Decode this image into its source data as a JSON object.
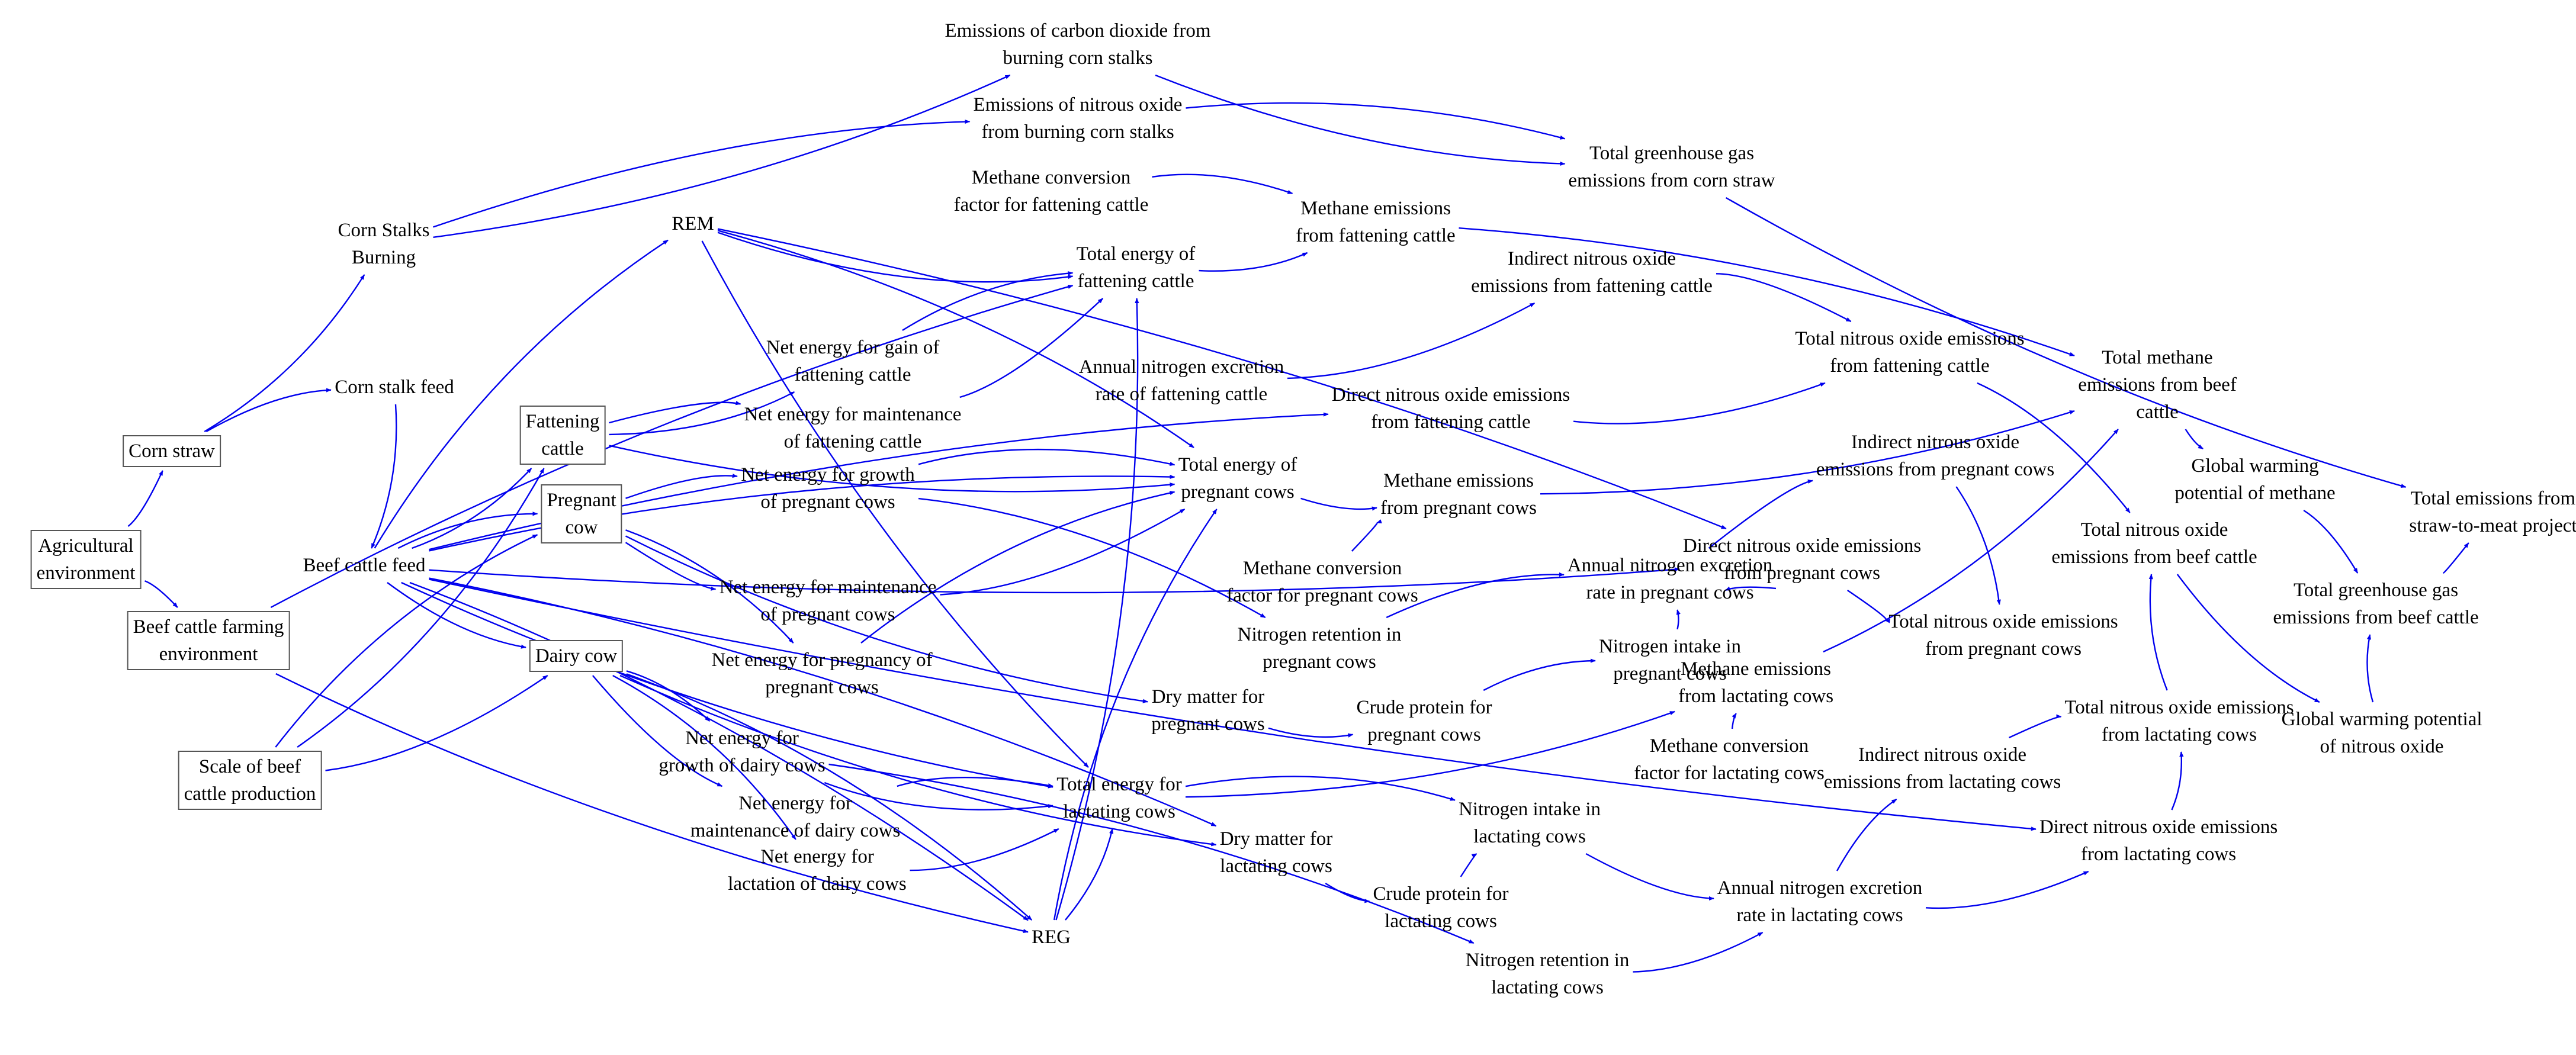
{
  "colors": {
    "arrow": "#0000ee",
    "text": "#000000",
    "box_border": "#555555"
  },
  "nodes": [
    {
      "id": "n01",
      "name": "agricultural-environment-node",
      "text": "Agricultural\nenvironment",
      "boxed": true
    },
    {
      "id": "n02",
      "name": "corn-straw-node",
      "text": "Corn straw",
      "boxed": true
    },
    {
      "id": "n03",
      "name": "beef-cattle-farming-environment-node",
      "text": "Beef cattle farming\nenvironment",
      "boxed": true
    },
    {
      "id": "n04",
      "name": "scale-of-beef-cattle-production-node",
      "text": "Scale of beef\ncattle production",
      "boxed": true
    },
    {
      "id": "n05",
      "name": "fattening-cattle-node",
      "text": "Fattening\ncattle",
      "boxed": true
    },
    {
      "id": "n06",
      "name": "pregnant-cow-node",
      "text": "Pregnant\ncow",
      "boxed": true
    },
    {
      "id": "n07",
      "name": "dairy-cow-node",
      "text": "Dairy cow",
      "boxed": true
    },
    {
      "id": "n08",
      "name": "corn-stalks-burning-node",
      "text": "Corn Stalks\nBurning",
      "boxed": false
    },
    {
      "id": "n09",
      "name": "corn-stalk-feed-node",
      "text": "Corn stalk feed",
      "boxed": false
    },
    {
      "id": "n10",
      "name": "beef-cattle-feed-node",
      "text": "Beef cattle feed",
      "boxed": false
    },
    {
      "id": "n11",
      "name": "co2-burning-node",
      "text": "Emissions of carbon dioxide from\nburning corn stalks",
      "boxed": false
    },
    {
      "id": "n12",
      "name": "n2o-burning-node",
      "text": "Emissions of nitrous oxide\nfrom burning corn stalks",
      "boxed": false
    },
    {
      "id": "n13",
      "name": "total-ghg-corn-straw-node",
      "text": "Total greenhouse gas\nemissions from corn straw",
      "boxed": false
    },
    {
      "id": "n14",
      "name": "rem-node",
      "text": "REM",
      "boxed": false
    },
    {
      "id": "n15",
      "name": "methane-conversion-fattening-node",
      "text": "Methane conversion\nfactor for fattening cattle",
      "boxed": false
    },
    {
      "id": "n16",
      "name": "methane-emissions-fattening-node",
      "text": "Methane emissions\nfrom fattening cattle",
      "boxed": false
    },
    {
      "id": "n17",
      "name": "total-energy-fattening-node",
      "text": "Total energy of\nfattening cattle",
      "boxed": false
    },
    {
      "id": "n18",
      "name": "indirect-n2o-fattening-node",
      "text": "Indirect nitrous oxide\nemissions from fattening cattle",
      "boxed": false
    },
    {
      "id": "n19",
      "name": "ne-gain-fattening-node",
      "text": "Net energy for gain of\nfattening cattle",
      "boxed": false
    },
    {
      "id": "n20",
      "name": "annual-n-excretion-fattening-node",
      "text": "Annual nitrogen excretion\nrate of fattening cattle",
      "boxed": false
    },
    {
      "id": "n21",
      "name": "direct-n2o-fattening-node",
      "text": "Direct nitrous oxide emissions\nfrom fattening cattle",
      "boxed": false
    },
    {
      "id": "n22",
      "name": "total-n2o-fattening-node",
      "text": "Total nitrous oxide emissions\nfrom fattening cattle",
      "boxed": false
    },
    {
      "id": "n23",
      "name": "total-methane-beef-node",
      "text": "Total methane\nemissions from beef\ncattle",
      "boxed": false
    },
    {
      "id": "n24",
      "name": "ne-maintenance-fattening-node",
      "text": "Net energy for maintenance\nof fattening cattle",
      "boxed": false
    },
    {
      "id": "n25",
      "name": "total-energy-pregnant-node",
      "text": "Total energy of\npregnant cows",
      "boxed": false
    },
    {
      "id": "n26",
      "name": "ne-growth-pregnant-node",
      "text": "Net energy for growth\nof pregnant cows",
      "boxed": false
    },
    {
      "id": "n27",
      "name": "methane-emissions-pregnant-node",
      "text": "Methane emissions\nfrom pregnant cows",
      "boxed": false
    },
    {
      "id": "n28",
      "name": "indirect-n2o-pregnant-node",
      "text": "Indirect nitrous oxide\nemissions from pregnant cows",
      "boxed": false
    },
    {
      "id": "n29",
      "name": "global-warming-methane-node",
      "text": "Global warming\npotential of methane",
      "boxed": false
    },
    {
      "id": "n30",
      "name": "total-emissions-project-node",
      "text": "Total emissions from\nstraw-to-meat project",
      "boxed": false
    },
    {
      "id": "n31",
      "name": "direct-n2o-pregnant-node",
      "text": "Direct nitrous oxide emissions\nfrom pregnant cows",
      "boxed": false
    },
    {
      "id": "n32",
      "name": "total-n2o-beef-node",
      "text": "Total nitrous oxide\nemissions from beef cattle",
      "boxed": false
    },
    {
      "id": "n33",
      "name": "methane-conversion-pregnant-node",
      "text": "Methane conversion\nfactor for pregnant cows",
      "boxed": false
    },
    {
      "id": "n34",
      "name": "annual-n-excretion-pregnant-node",
      "text": "Annual nitrogen excretion\nrate in pregnant cows",
      "boxed": false
    },
    {
      "id": "n35",
      "name": "ne-maintenance-pregnant-node",
      "text": "Net energy for maintenance\nof pregnant cows",
      "boxed": false
    },
    {
      "id": "n36",
      "name": "total-n2o-pregnant-node",
      "text": "Total nitrous oxide emissions\nfrom pregnant cows",
      "boxed": false
    },
    {
      "id": "n37",
      "name": "total-ghg-beef-node",
      "text": "Total greenhouse gas\nemissions from beef cattle",
      "boxed": false
    },
    {
      "id": "n38",
      "name": "n-retention-pregnant-node",
      "text": "Nitrogen retention in\npregnant cows",
      "boxed": false
    },
    {
      "id": "n39",
      "name": "ne-pregnancy-node",
      "text": "Net energy for pregnancy of\npregnant cows",
      "boxed": false
    },
    {
      "id": "n40",
      "name": "n-intake-pregnant-node",
      "text": "Nitrogen intake in\npregnant cows",
      "boxed": false
    },
    {
      "id": "n41",
      "name": "methane-emissions-lactating-node",
      "text": "Methane emissions\nfrom lactating cows",
      "boxed": false
    },
    {
      "id": "n42",
      "name": "dry-matter-pregnant-node",
      "text": "Dry matter for\npregnant cows",
      "boxed": false
    },
    {
      "id": "n43",
      "name": "crude-protein-pregnant-node",
      "text": "Crude protein for\npregnant cows",
      "boxed": false
    },
    {
      "id": "n44",
      "name": "total-n2o-lactating-node",
      "text": "Total nitrous oxide emissions\nfrom lactating cows",
      "boxed": false
    },
    {
      "id": "n45",
      "name": "global-warming-n2o-node",
      "text": "Global warming potential\nof nitrous oxide",
      "boxed": false
    },
    {
      "id": "n46",
      "name": "methane-conversion-lactating-node",
      "text": "Methane conversion\nfactor for lactating cows",
      "boxed": false
    },
    {
      "id": "n47",
      "name": "indirect-n2o-lactating-node",
      "text": "Indirect nitrous oxide\nemissions from lactating cows",
      "boxed": false
    },
    {
      "id": "n48",
      "name": "ne-growth-dairy-node",
      "text": "Net energy for\ngrowth of dairy cows",
      "boxed": false
    },
    {
      "id": "n49",
      "name": "total-energy-lactating-node",
      "text": "Total energy for\nlactating cows",
      "boxed": false
    },
    {
      "id": "n50",
      "name": "n-intake-lactating-node",
      "text": "Nitrogen intake in\nlactating cows",
      "boxed": false
    },
    {
      "id": "n51",
      "name": "ne-maintenance-dairy-node",
      "text": "Net energy for\nmaintenance of dairy cows",
      "boxed": false
    },
    {
      "id": "n52",
      "name": "dry-matter-lactating-node",
      "text": "Dry matter for\nlactating cows",
      "boxed": false
    },
    {
      "id": "n53",
      "name": "direct-n2o-lactating-node",
      "text": "Direct nitrous oxide emissions\nfrom lactating cows",
      "boxed": false
    },
    {
      "id": "n54",
      "name": "ne-lactation-dairy-node",
      "text": "Net energy for\nlactation of dairy cows",
      "boxed": false
    },
    {
      "id": "n55",
      "name": "annual-n-excretion-lactating-node",
      "text": "Annual nitrogen excretion\nrate in lactating cows",
      "boxed": false
    },
    {
      "id": "n56",
      "name": "crude-protein-lactating-node",
      "text": "Crude protein for\nlactating cows",
      "boxed": false
    },
    {
      "id": "n57",
      "name": "reg-node",
      "text": "REG",
      "boxed": false
    },
    {
      "id": "n58",
      "name": "n-retention-lactating-node",
      "text": "Nitrogen retention in\nlactating cows",
      "boxed": false
    }
  ],
  "edges": [
    [
      "n01",
      "n02"
    ],
    [
      "n01",
      "n03"
    ],
    [
      "n02",
      "n08"
    ],
    [
      "n02",
      "n09"
    ],
    [
      "n08",
      "n11"
    ],
    [
      "n08",
      "n12"
    ],
    [
      "n11",
      "n13"
    ],
    [
      "n12",
      "n13"
    ],
    [
      "n13",
      "n30"
    ],
    [
      "n09",
      "n10"
    ],
    [
      "n04",
      "n07"
    ],
    [
      "n04",
      "n06"
    ],
    [
      "n04",
      "n05"
    ],
    [
      "n03",
      "n17"
    ],
    [
      "n03",
      "n57"
    ],
    [
      "n10",
      "n14"
    ],
    [
      "n10",
      "n05"
    ],
    [
      "n10",
      "n06"
    ],
    [
      "n10",
      "n07"
    ],
    [
      "n10",
      "n21"
    ],
    [
      "n10",
      "n31"
    ],
    [
      "n10",
      "n25"
    ],
    [
      "n10",
      "n49"
    ],
    [
      "n10",
      "n52"
    ],
    [
      "n10",
      "n53"
    ],
    [
      "n10",
      "n57"
    ],
    [
      "n05",
      "n19"
    ],
    [
      "n05",
      "n24"
    ],
    [
      "n05",
      "n25"
    ],
    [
      "n06",
      "n26"
    ],
    [
      "n06",
      "n35"
    ],
    [
      "n06",
      "n39"
    ],
    [
      "n06",
      "n42"
    ],
    [
      "n07",
      "n48"
    ],
    [
      "n07",
      "n51"
    ],
    [
      "n07",
      "n54"
    ],
    [
      "n07",
      "n52"
    ],
    [
      "n07",
      "n57"
    ],
    [
      "n14",
      "n17"
    ],
    [
      "n14",
      "n25"
    ],
    [
      "n14",
      "n49"
    ],
    [
      "n14",
      "n31"
    ],
    [
      "n57",
      "n17"
    ],
    [
      "n57",
      "n25"
    ],
    [
      "n57",
      "n49"
    ],
    [
      "n19",
      "n17"
    ],
    [
      "n24",
      "n17"
    ],
    [
      "n26",
      "n25"
    ],
    [
      "n35",
      "n25"
    ],
    [
      "n39",
      "n25"
    ],
    [
      "n48",
      "n49"
    ],
    [
      "n51",
      "n49"
    ],
    [
      "n54",
      "n49"
    ],
    [
      "n15",
      "n16"
    ],
    [
      "n17",
      "n16"
    ],
    [
      "n16",
      "n23"
    ],
    [
      "n20",
      "n18"
    ],
    [
      "n18",
      "n22"
    ],
    [
      "n21",
      "n22"
    ],
    [
      "n22",
      "n32"
    ],
    [
      "n25",
      "n27"
    ],
    [
      "n33",
      "n27"
    ],
    [
      "n27",
      "n23"
    ],
    [
      "n34",
      "n28"
    ],
    [
      "n34",
      "n31"
    ],
    [
      "n28",
      "n36"
    ],
    [
      "n31",
      "n36"
    ],
    [
      "n38",
      "n34"
    ],
    [
      "n40",
      "n34"
    ],
    [
      "n43",
      "n40"
    ],
    [
      "n42",
      "n43"
    ],
    [
      "n26",
      "n38"
    ],
    [
      "n49",
      "n41"
    ],
    [
      "n46",
      "n41"
    ],
    [
      "n41",
      "n23"
    ],
    [
      "n49",
      "n50"
    ],
    [
      "n52",
      "n56"
    ],
    [
      "n56",
      "n50"
    ],
    [
      "n50",
      "n55"
    ],
    [
      "n48",
      "n58"
    ],
    [
      "n58",
      "n55"
    ],
    [
      "n55",
      "n47"
    ],
    [
      "n55",
      "n53"
    ],
    [
      "n47",
      "n44"
    ],
    [
      "n53",
      "n44"
    ],
    [
      "n44",
      "n32"
    ],
    [
      "n23",
      "n29"
    ],
    [
      "n29",
      "n37"
    ],
    [
      "n32",
      "n45"
    ],
    [
      "n45",
      "n37"
    ],
    [
      "n37",
      "n30"
    ]
  ]
}
